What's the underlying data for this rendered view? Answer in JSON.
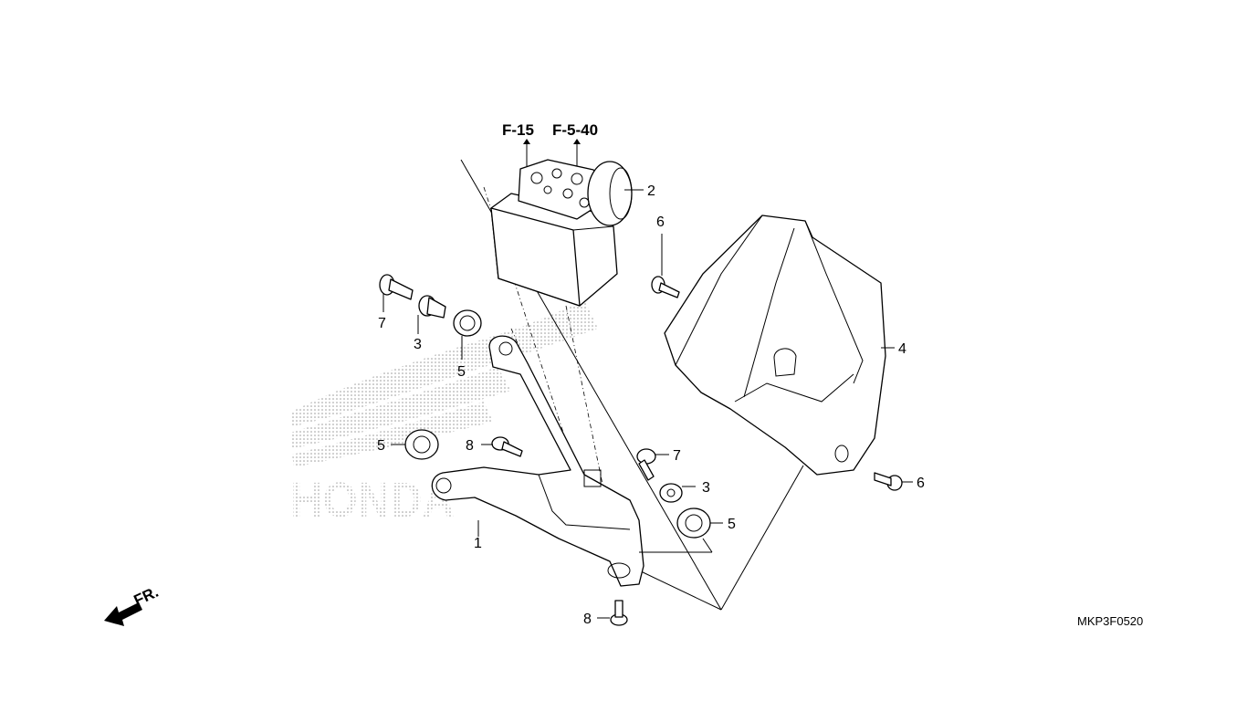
{
  "references": [
    {
      "id": "ref-f15",
      "text": "F-15"
    },
    {
      "id": "ref-f540",
      "text": "F-5-40"
    }
  ],
  "callouts": [
    {
      "id": "c1",
      "text": "1"
    },
    {
      "id": "c2",
      "text": "2"
    },
    {
      "id": "c3a",
      "text": "3"
    },
    {
      "id": "c3b",
      "text": "3"
    },
    {
      "id": "c4",
      "text": "4"
    },
    {
      "id": "c5a",
      "text": "5"
    },
    {
      "id": "c5b",
      "text": "5"
    },
    {
      "id": "c5c",
      "text": "5"
    },
    {
      "id": "c6a",
      "text": "6"
    },
    {
      "id": "c6b",
      "text": "6"
    },
    {
      "id": "c7a",
      "text": "7"
    },
    {
      "id": "c7b",
      "text": "7"
    },
    {
      "id": "c8a",
      "text": "8"
    },
    {
      "id": "c8b",
      "text": "8"
    }
  ],
  "front_marker": "FR.",
  "diagram_code": "MKP3F0520",
  "watermark_text": "HONDA"
}
